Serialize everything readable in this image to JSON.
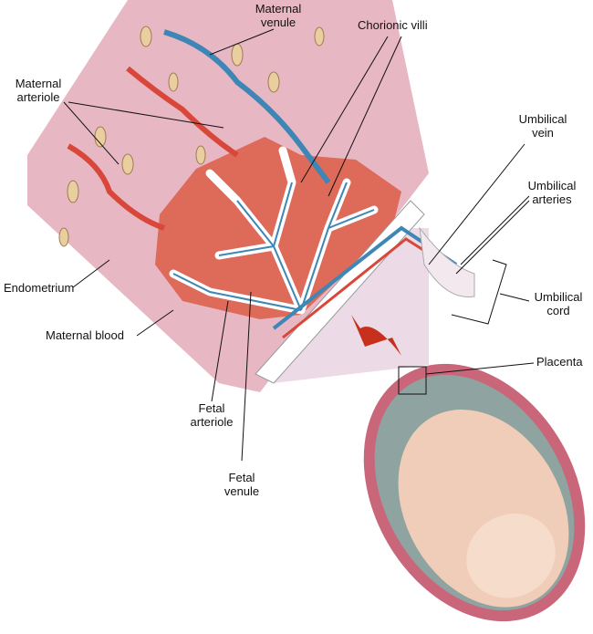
{
  "labels": {
    "maternal_venule": [
      "Maternal",
      "venule"
    ],
    "maternal_arteriole": [
      "Maternal",
      "arteriole"
    ],
    "chorionic_villi": [
      "Chorionic villi"
    ],
    "umbilical_vein": [
      "Umbilical",
      "vein"
    ],
    "umbilical_arteries": [
      "Umbilical",
      "arteries"
    ],
    "endometrium": [
      "Endometrium"
    ],
    "umbilical_cord": [
      "Umbilical",
      "cord"
    ],
    "maternal_blood": [
      "Maternal blood"
    ],
    "placenta": [
      "Placenta"
    ],
    "fetal_arteriole": [
      "Fetal",
      "arteriole"
    ],
    "fetal_venule": [
      "Fetal",
      "venule"
    ]
  },
  "colors": {
    "tissue": "#e8b7c4",
    "blood_pool": "#de6a5a",
    "artery": "#d9473a",
    "vein": "#3d86b5",
    "uterus": "#c9667a",
    "fetus": "#f0cdb8",
    "gland": "#e9cf9f",
    "arrow": "#c8301e"
  }
}
